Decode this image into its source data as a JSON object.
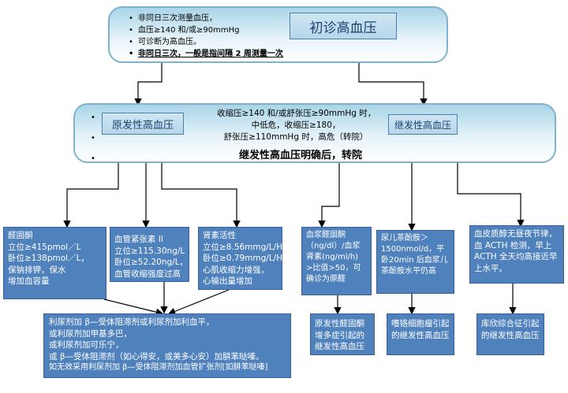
{
  "top": {
    "title": "初诊高血压",
    "bullets": [
      "非同日三次测量血压，",
      "血压≥140 和/或≥90mmHg",
      "可诊断为高血压。",
      "非同日三次，一般是指间隔 2 周测量一次"
    ]
  },
  "middle": {
    "primary_label": "原发性高血压",
    "secondary_label": "继发性高血压",
    "center_lines": [
      "收缩压≥140 和/或舒张压≥90mmHg 时，",
      "中低危，收缩压≥180，",
      "舒张压≥110mmHg 时，高危（转院）"
    ],
    "emphasis": "继发性高血压明确后，转院"
  },
  "boxes": {
    "renin": {
      "title": "醛固酮",
      "lines": [
        "立位≥415pmol／L",
        "卧位≥138pmol／L，",
        "保钠排钾，保水",
        "增加血容量"
      ]
    },
    "angiotensin": {
      "title": "血管紧张素 II",
      "lines": [
        "立位≥115.30ng/L",
        "卧位≥52.20ng/L，",
        "血管收缩强度过高"
      ]
    },
    "renin_activity": {
      "title": "肾素活性",
      "lines": [
        "立位≥8.56mmg/L/H",
        "卧位≥0.79mmg/L/H，",
        "心肌收缩力增强，",
        "心输出量增加"
      ]
    },
    "aldosterone_ratio": {
      "text": "血浆醛固酮（ng/dl）/血浆肾素(ng/ml/h) >比值>50，可确诊为原醛"
    },
    "catecholamine": {
      "text": "尿儿茶酚胺＞1500nmol/d，平卧20min 后血浆儿茶酚胺水平仍高"
    },
    "cortisol": {
      "text": "血皮质醇无昼夜节律，血 ACTH 检测，早上 ACTH 全天均高接近早上水平。"
    },
    "primary_aldo": {
      "text": "原发性醛固酮增多症引起的继发性高血压"
    },
    "pheo": {
      "text": "嗜铬细胞瘤引起的继发性高血压"
    },
    "cushing": {
      "text": "库欣综合征引起的继发性高血压"
    },
    "treatment": {
      "lines": [
        "利尿剂加 β—受体阻滞剂或利尿剂加利血平，",
        "或利尿剂加甲基多巴，",
        "或利尿剂加可乐宁，",
        "或 β—受体阻滞剂（如心得安，或美多心安）加肼苯哒嗪。",
        "如无效采用利尿剂加 β—受体阻滞剂加血管扩张剂[如肼苯哒嗪]"
      ]
    }
  }
}
